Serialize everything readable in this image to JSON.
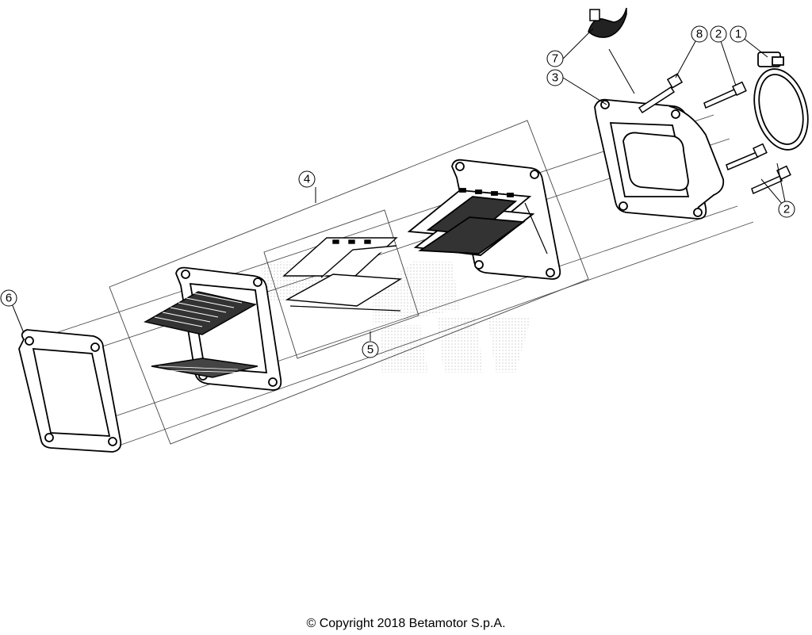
{
  "diagram": {
    "callouts": [
      {
        "id": "1",
        "label": "1"
      },
      {
        "id": "2a",
        "label": "2"
      },
      {
        "id": "2b",
        "label": "2"
      },
      {
        "id": "3",
        "label": "3"
      },
      {
        "id": "4",
        "label": "4"
      },
      {
        "id": "5",
        "label": "5"
      },
      {
        "id": "6",
        "label": "6"
      },
      {
        "id": "7",
        "label": "7"
      },
      {
        "id": "8",
        "label": "8"
      }
    ],
    "copyright": "© Copyright 2018 Betamotor S.p.A."
  },
  "colors": {
    "line": "#000000",
    "guide": "#444444",
    "part_fill": "#ffffff",
    "watermark": "#e0e0e0"
  }
}
